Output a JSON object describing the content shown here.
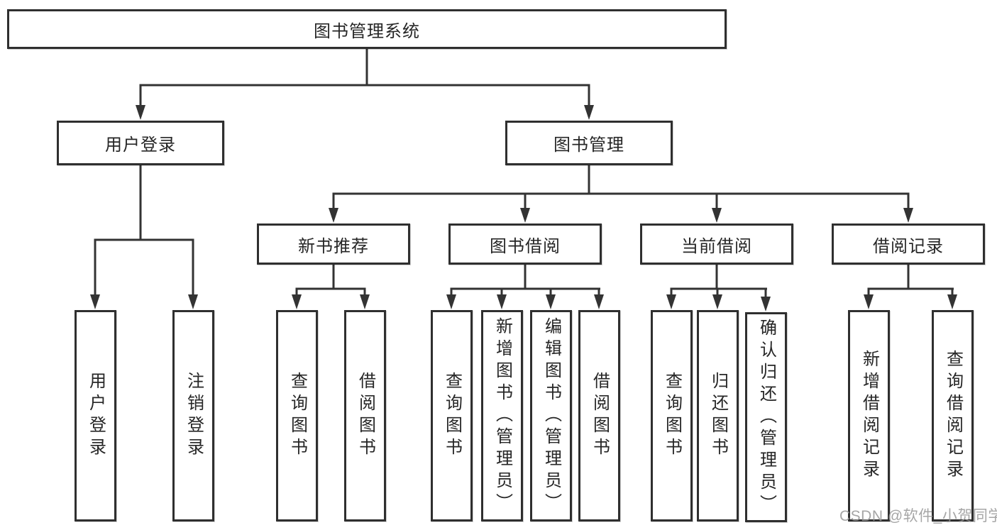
{
  "diagram": {
    "root": {
      "label": "图书管理系统"
    },
    "branches": [
      {
        "label": "用户登录",
        "children": [
          "用户登录",
          "注销登录"
        ]
      },
      {
        "label": "图书管理",
        "children": [
          {
            "label": "新书推荐",
            "children": [
              "查询图书",
              "借阅图书"
            ]
          },
          {
            "label": "图书借阅",
            "children": [
              "查询图书",
              "新增图书（管理员）",
              "编辑图书（管理员）",
              "借阅图书"
            ]
          },
          {
            "label": "当前借阅",
            "children": [
              "查询图书",
              "归还图书",
              "确认归还（管理员）"
            ]
          },
          {
            "label": "借阅记录",
            "children": [
              "新增借阅记录",
              "查询借阅记录"
            ]
          }
        ]
      }
    ]
  },
  "watermark": {
    "text": "CSDN @软件_小贺同学"
  },
  "colors": {
    "line": "#333333",
    "box_border": "#2f2f2f",
    "text": "#262626",
    "watermark": "#969696",
    "background": "#ffffff"
  }
}
